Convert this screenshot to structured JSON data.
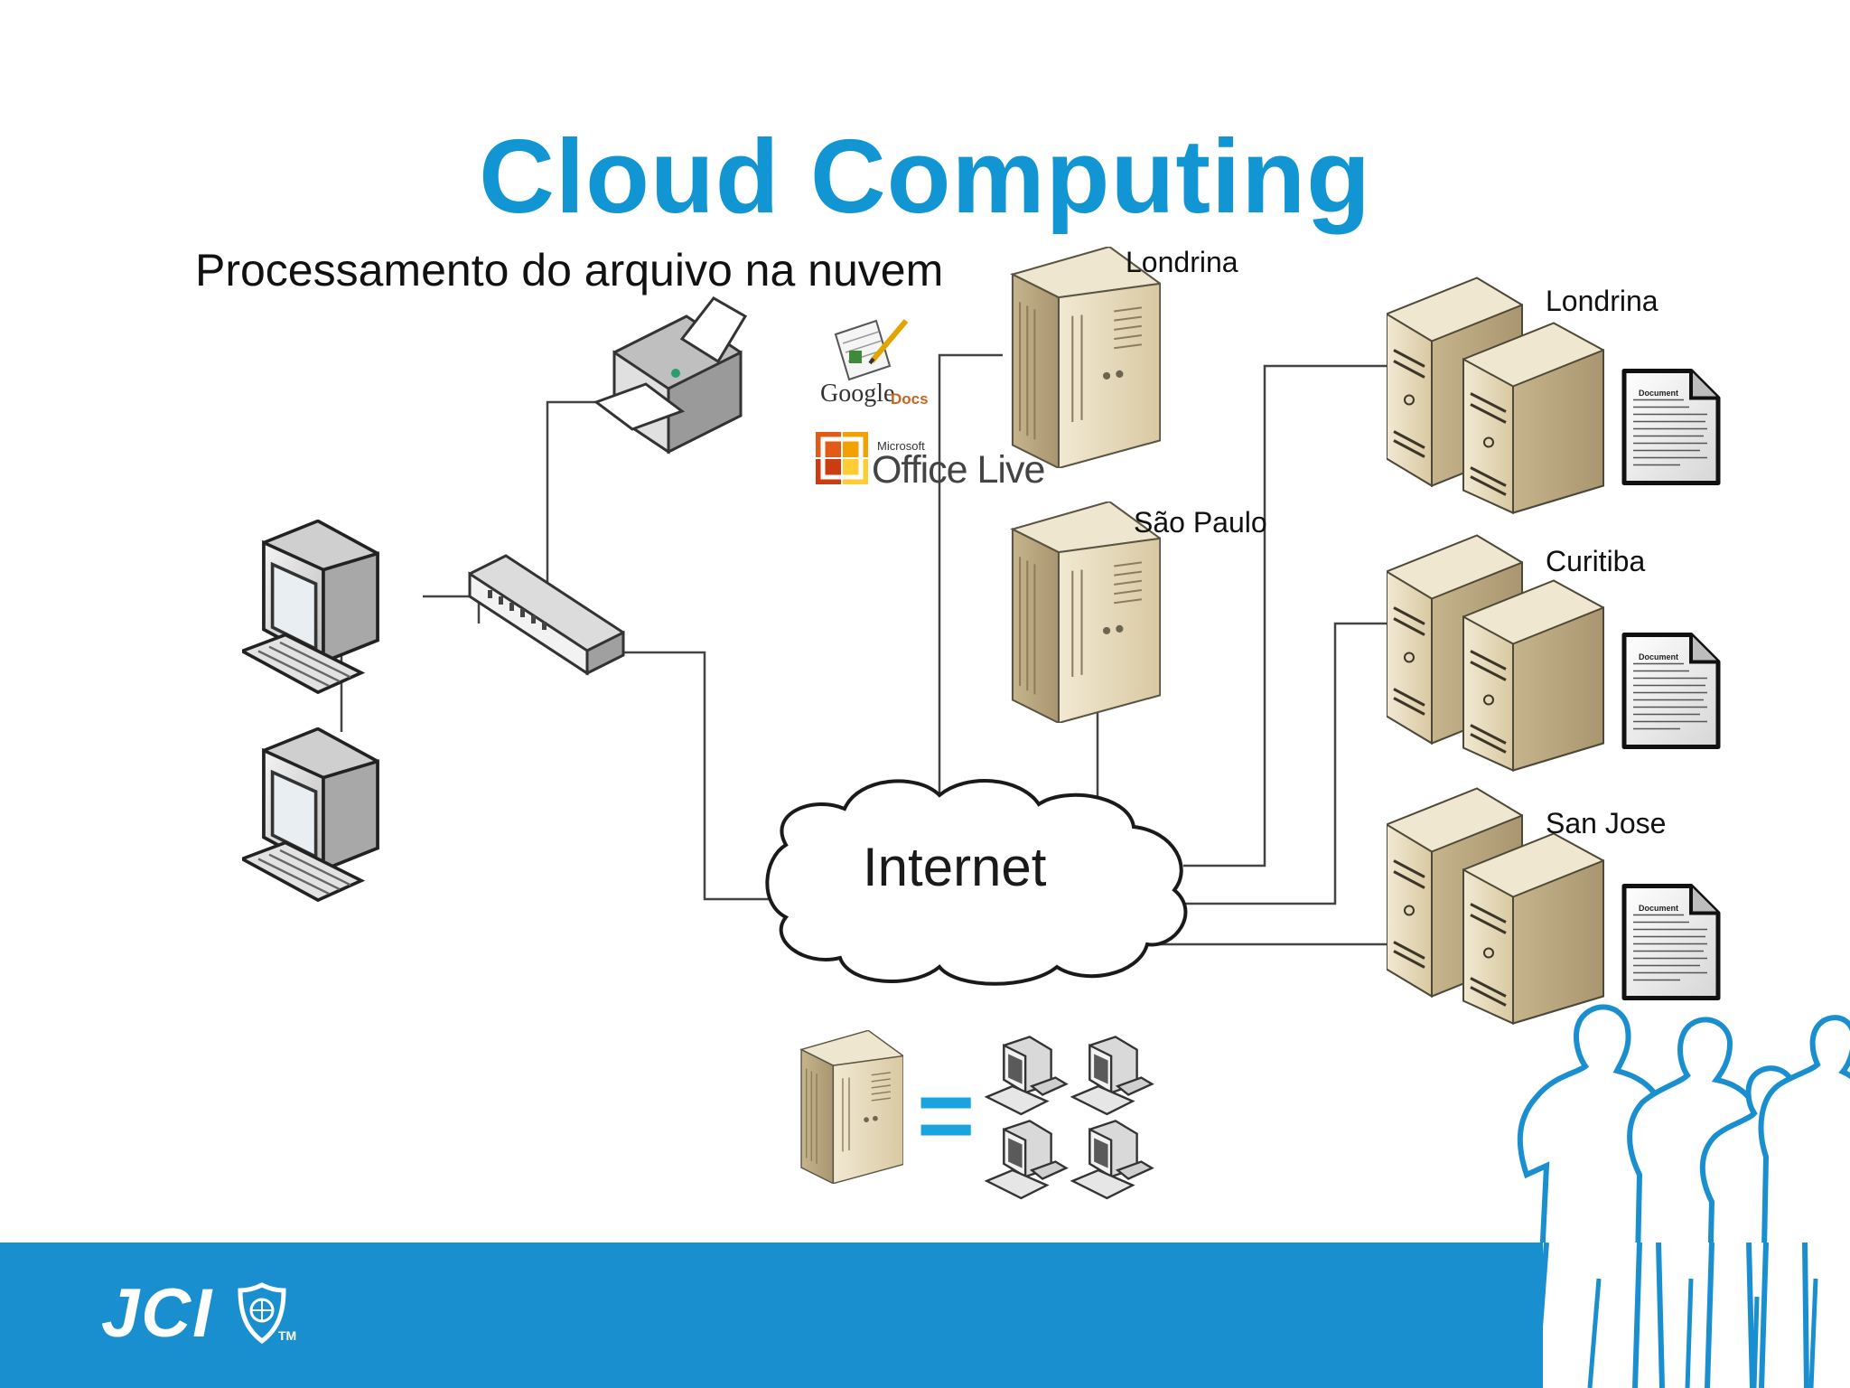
{
  "slide": {
    "title": "Cloud Computing",
    "subtitle": "Processamento do arquivo na nuvem"
  },
  "diagram": {
    "cloud_label": "Internet",
    "cloud_servers": [
      "Londrina",
      "São Paulo"
    ],
    "data_centers": [
      "Londrina",
      "Curitiba",
      "San Jose"
    ],
    "document_label": "Document",
    "services": {
      "google_docs": {
        "brand": "Google",
        "product": "Docs"
      },
      "office_live": {
        "brand": "Microsoft",
        "product": "Office Live"
      }
    },
    "legend_symbol": "="
  },
  "footer": {
    "logo_text": "JCI",
    "trademark": "TM"
  },
  "colors": {
    "title": "#1295d3",
    "footer": "#1a8fd0",
    "server": "#e8dcc0"
  }
}
